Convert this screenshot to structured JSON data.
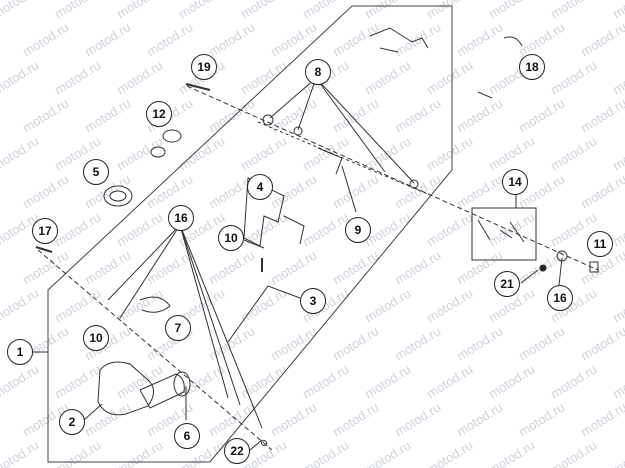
{
  "watermark": "motod.ru",
  "callouts": [
    {
      "id": "c1",
      "label": "1"
    },
    {
      "id": "c2",
      "label": "2"
    },
    {
      "id": "c3",
      "label": "3"
    },
    {
      "id": "c4",
      "label": "4"
    },
    {
      "id": "c5",
      "label": "5"
    },
    {
      "id": "c6",
      "label": "6"
    },
    {
      "id": "c7",
      "label": "7"
    },
    {
      "id": "c8",
      "label": "8"
    },
    {
      "id": "c9",
      "label": "9"
    },
    {
      "id": "c10a",
      "label": "10"
    },
    {
      "id": "c10b",
      "label": "10"
    },
    {
      "id": "c11",
      "label": "11"
    },
    {
      "id": "c12",
      "label": "12"
    },
    {
      "id": "c14",
      "label": "14"
    },
    {
      "id": "c16a",
      "label": "16"
    },
    {
      "id": "c16b",
      "label": "16"
    },
    {
      "id": "c17",
      "label": "17"
    },
    {
      "id": "c18",
      "label": "18"
    },
    {
      "id": "c19",
      "label": "19"
    },
    {
      "id": "c21",
      "label": "21"
    },
    {
      "id": "c22",
      "label": "22"
    }
  ]
}
